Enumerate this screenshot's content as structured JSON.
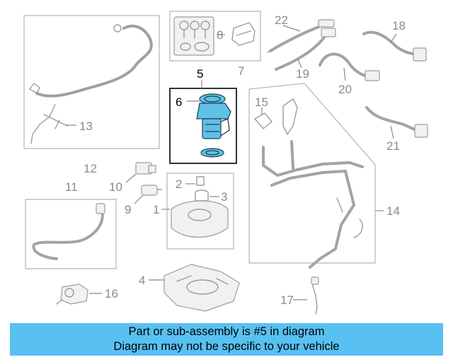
{
  "colors": {
    "banner_background": "#58c1f2",
    "highlight_part": "#5fc1e6",
    "line_art": "#9c9c9c",
    "callout_text": "#8a8a8a"
  },
  "callouts": {
    "c1": "1",
    "c2": "2",
    "c3": "3",
    "c4": "4",
    "c5": "5",
    "c6": "6",
    "c7": "7",
    "c8": "8",
    "c9": "9",
    "c10": "10",
    "c11": "11",
    "c12": "12",
    "c13": "13",
    "c14": "14",
    "c15": "15",
    "c16": "16",
    "c17": "17",
    "c18": "18",
    "c19": "19",
    "c20": "20",
    "c21": "21",
    "c22": "22"
  },
  "highlighted_callout": "5",
  "banner": {
    "line1": "Part or sub-assembly is #5 in diagram",
    "line2": "Diagram may not be specific to your vehicle"
  }
}
